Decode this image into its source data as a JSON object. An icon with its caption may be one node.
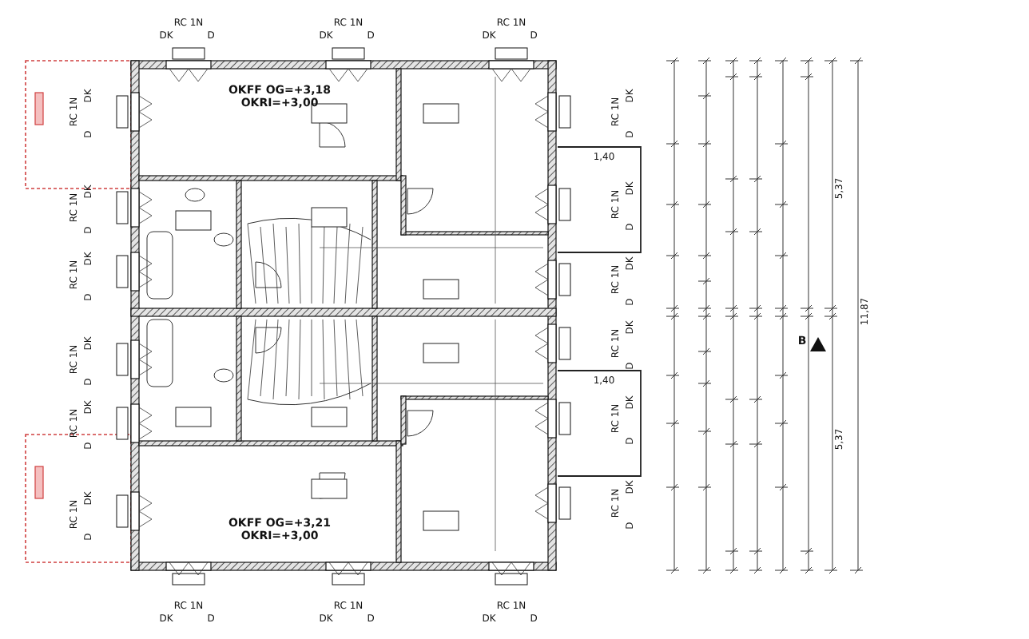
{
  "diagram": {
    "labels": [
      "RC 1N",
      "DK",
      "D",
      "RC 1N",
      "DK",
      "D",
      "RC 1N",
      "DK",
      "D",
      "OKFF OG=+3,18",
      "OKRI=+3,00",
      "RC 1N",
      "DK",
      "D",
      "RC 1N",
      "DK",
      "D",
      "RC 1N",
      "DK",
      "D",
      "RC 1N",
      "DK",
      "D",
      "RC 1N",
      "DK",
      "D",
      "RC 1N",
      "DK",
      "D",
      "1,40",
      "5,37",
      "11,87",
      "B",
      "RC 1N",
      "DK",
      "D",
      "RC 1N",
      "DK",
      "D",
      "RC 1N",
      "DK",
      "D",
      "RC 1N",
      "DK",
      "D",
      "RC 1N",
      "DK",
      "D",
      "RC 1N",
      "DK",
      "D",
      "1,40",
      "5,37",
      "OKFF OG=+3,21",
      "OKRI=+3,00",
      "RC 1N",
      "DK",
      "D",
      "RC 1N",
      "DK",
      "D",
      "RC 1N",
      "DK",
      "D"
    ]
  }
}
